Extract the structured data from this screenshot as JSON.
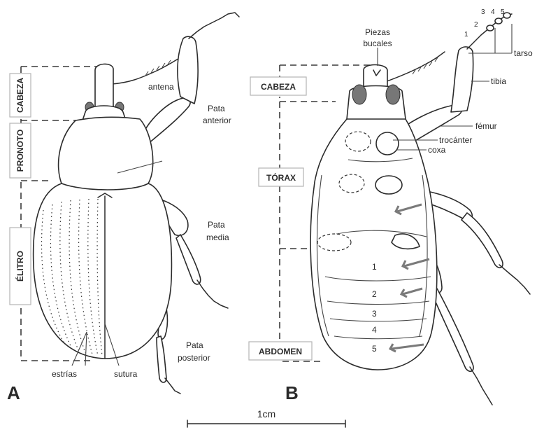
{
  "panel_a": {
    "letter": "A",
    "regions": [
      "CABEZA",
      "PRONOTO",
      "ÉLITRO"
    ],
    "labels": {
      "antena": "antena",
      "pata_anterior_1": "Pata",
      "pata_anterior_2": "anterior",
      "pata_media_1": "Pata",
      "pata_media_2": "media",
      "pata_posterior_1": "Pata",
      "pata_posterior_2": "posterior",
      "estrias": "estrías",
      "sutura": "sutura"
    }
  },
  "panel_b": {
    "letter": "B",
    "regions": [
      "CABEZA",
      "TÓRAX",
      "ABDOMEN"
    ],
    "labels": {
      "piezas_1": "Piezas",
      "piezas_2": "bucales",
      "tarso": "tarso",
      "tibia": "tibia",
      "femur": "fémur",
      "trocanter": "trocánter",
      "coxa": "coxa"
    },
    "tarsus_numbers": [
      "1",
      "2",
      "3",
      "4",
      "5"
    ],
    "segments": [
      "1",
      "2",
      "3",
      "4",
      "5"
    ]
  },
  "scale_bar": {
    "label": "1cm"
  }
}
